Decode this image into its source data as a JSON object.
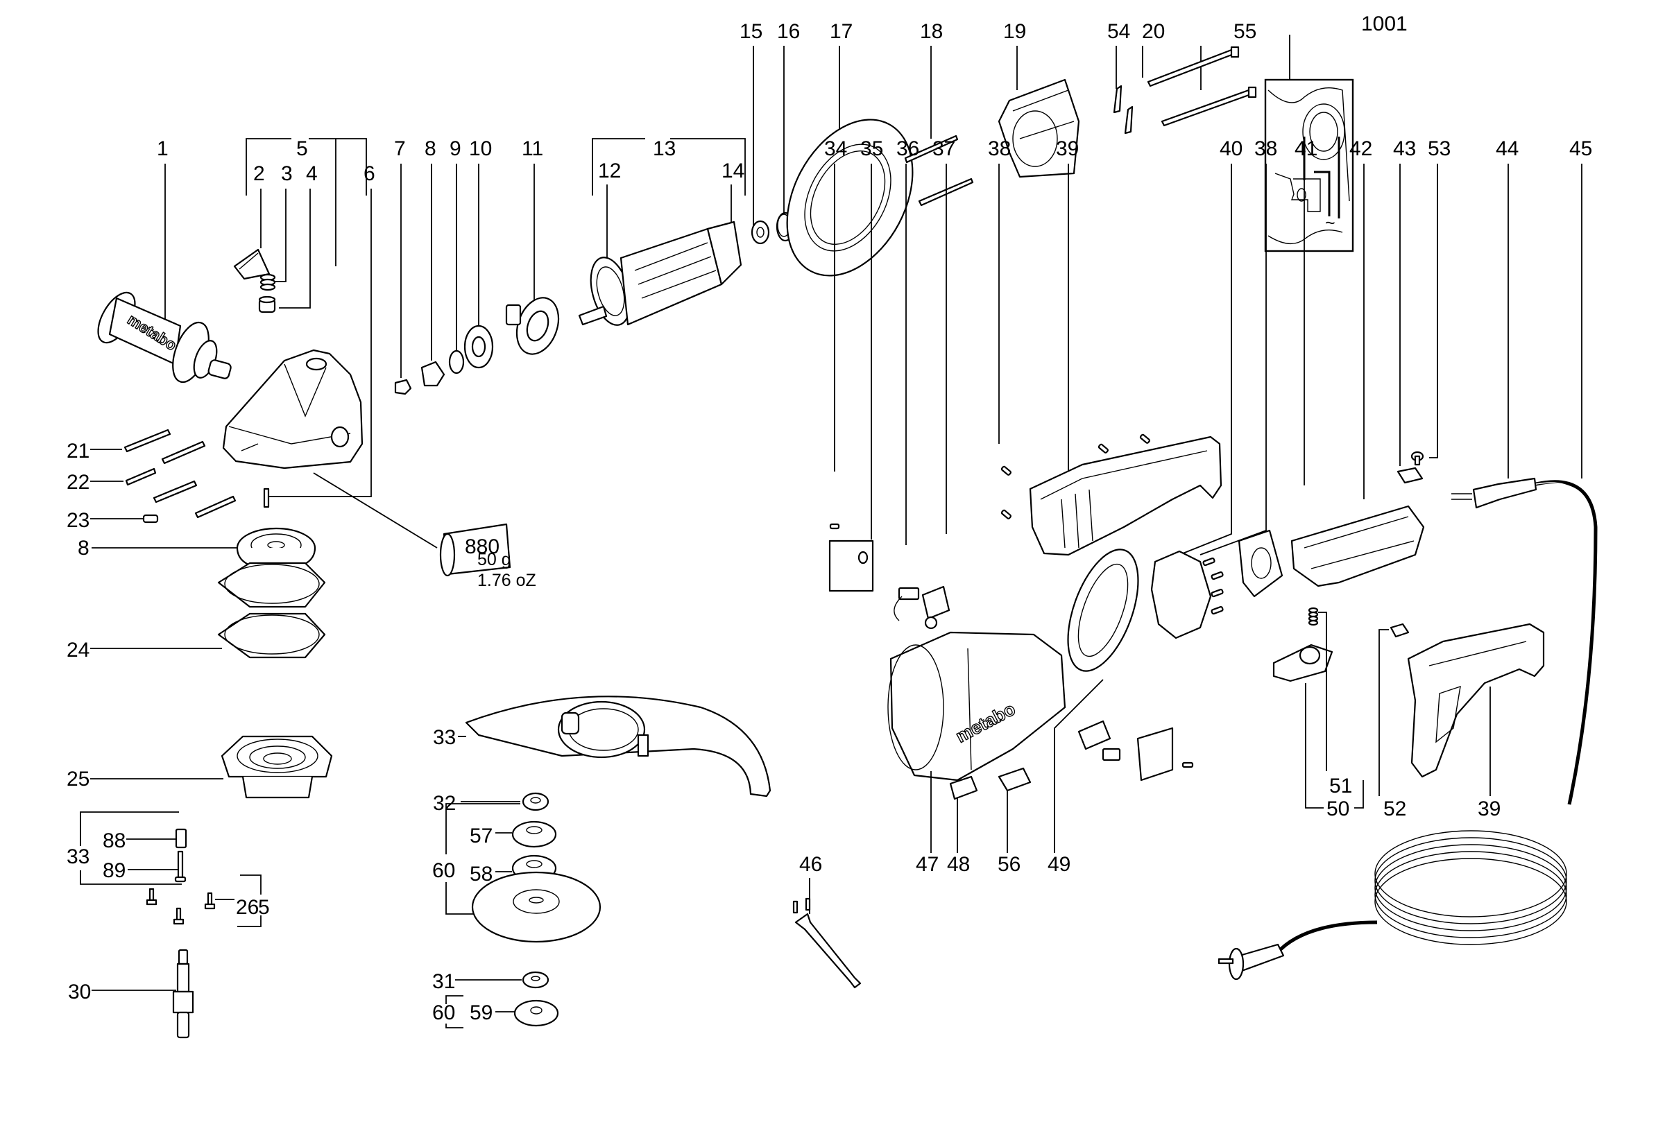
{
  "diagram": {
    "type": "exploded-parts-diagram",
    "subject": "angle grinder",
    "brand_mark": "metabo",
    "grease": {
      "code": "880",
      "weight_metric": "50 g",
      "weight_imperial": "1.76 oZ"
    },
    "wiring_diagram_label": "1001",
    "ac_symbol": "~",
    "labels": {
      "p1": "1",
      "p2": "2",
      "p3": "3",
      "p4": "4",
      "p5": "5",
      "p5b": "5",
      "p6": "6",
      "p7": "7",
      "p8": "8",
      "p8b": "8",
      "p9": "9",
      "p10": "10",
      "p11": "11",
      "p12": "12",
      "p13": "13",
      "p14": "14",
      "p15": "15",
      "p16": "16",
      "p17": "17",
      "p18": "18",
      "p19": "19",
      "p20": "20",
      "p21": "21",
      "p22": "22",
      "p23": "23",
      "p24": "24",
      "p25": "25",
      "p26": "26",
      "p30": "30",
      "p31": "31",
      "p32": "32",
      "p33": "33",
      "p33b": "33",
      "p34": "34",
      "p35": "35",
      "p36": "36",
      "p37": "37",
      "p38": "38",
      "p38b": "38",
      "p39": "39",
      "p39b": "39",
      "p40": "40",
      "p41": "41",
      "p42": "42",
      "p43": "43",
      "p44": "44",
      "p45": "45",
      "p46": "46",
      "p47": "47",
      "p48": "48",
      "p49": "49",
      "p50": "50",
      "p51": "51",
      "p52": "52",
      "p53": "53",
      "p54": "54",
      "p55": "55",
      "p56": "56",
      "p57": "57",
      "p58": "58",
      "p59": "59",
      "p60": "60",
      "p60b": "60",
      "p88": "88",
      "p89": "89",
      "p1001": "1001"
    }
  }
}
